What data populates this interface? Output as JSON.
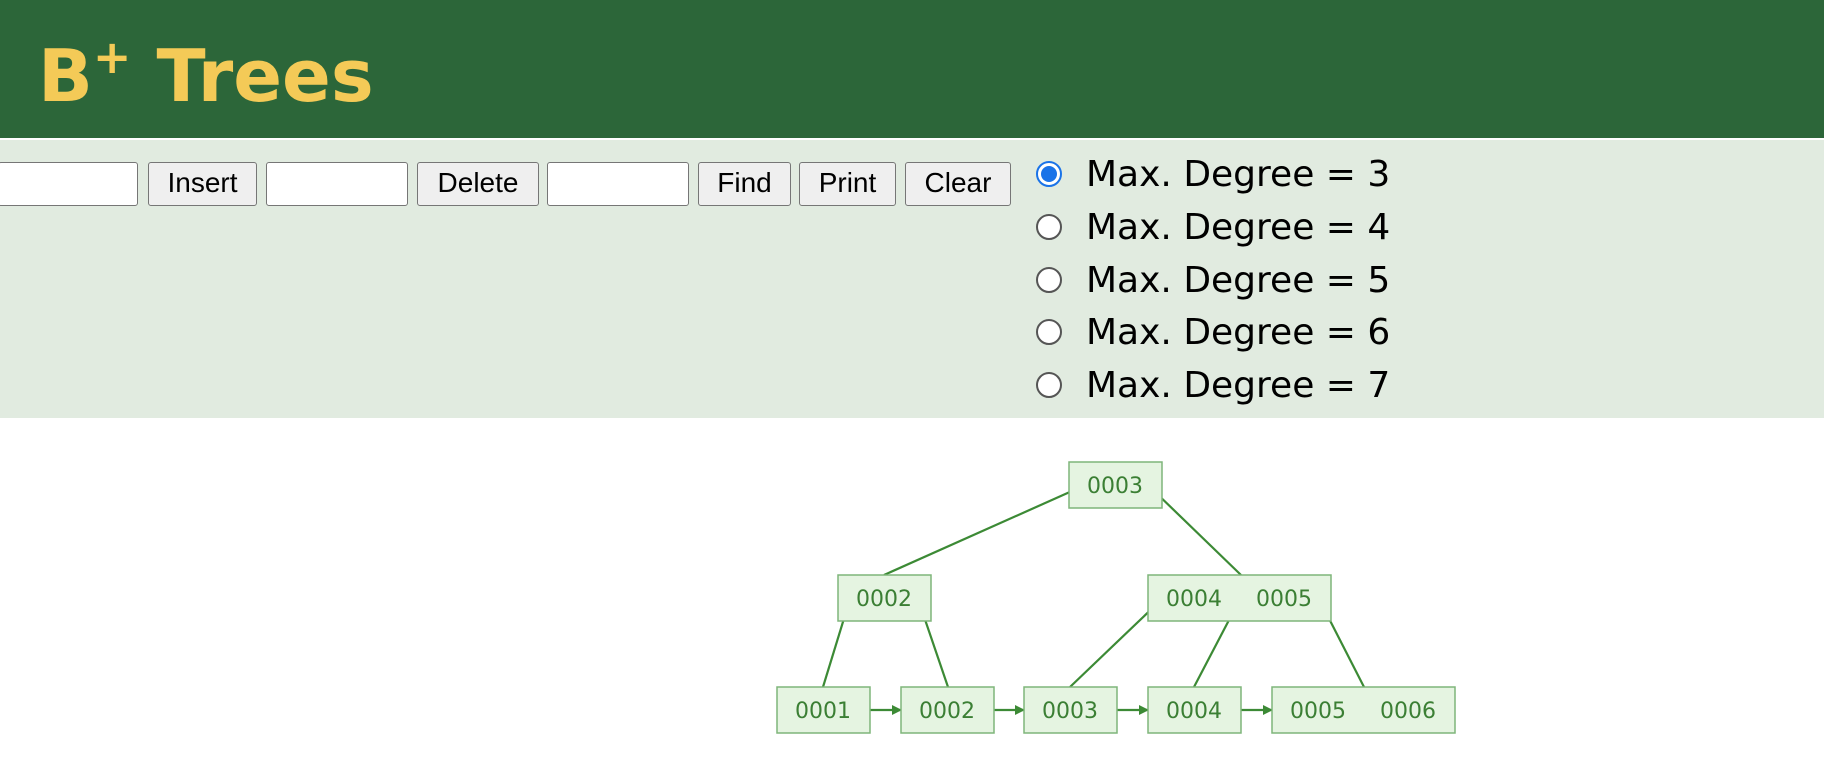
{
  "header": {
    "title_main": "B",
    "title_sup": "+",
    "title_rest": " Trees"
  },
  "controls": {
    "insert_input": {
      "value": ""
    },
    "insert_label": "Insert",
    "delete_input": {
      "value": ""
    },
    "delete_label": "Delete",
    "find_input": {
      "value": ""
    },
    "find_label": "Find",
    "print_label": "Print",
    "clear_label": "Clear",
    "degree_options": [
      {
        "label": "Max. Degree = 3",
        "checked": true
      },
      {
        "label": "Max. Degree = 4",
        "checked": false
      },
      {
        "label": "Max. Degree = 5",
        "checked": false
      },
      {
        "label": "Max. Degree = 6",
        "checked": false
      },
      {
        "label": "Max. Degree = 7",
        "checked": false
      }
    ]
  },
  "tree": {
    "root": {
      "keys": [
        "0003"
      ]
    },
    "internal": [
      {
        "keys": [
          "0002"
        ]
      },
      {
        "keys": [
          "0004",
          "0005"
        ]
      }
    ],
    "leaves": [
      {
        "keys": [
          "0001"
        ]
      },
      {
        "keys": [
          "0002"
        ]
      },
      {
        "keys": [
          "0003"
        ]
      },
      {
        "keys": [
          "0004"
        ]
      },
      {
        "keys": [
          "0005",
          "0006"
        ]
      }
    ]
  },
  "colors": {
    "header_bg": "#2c6639",
    "title_text": "#f4ca57",
    "controls_bg": "#e1ebe0",
    "node_fill": "#e5f4e1",
    "node_stroke": "#7fb57a",
    "node_text": "#3b7f34",
    "edge": "#3c8a35",
    "radio_accent": "#1a73e8"
  }
}
